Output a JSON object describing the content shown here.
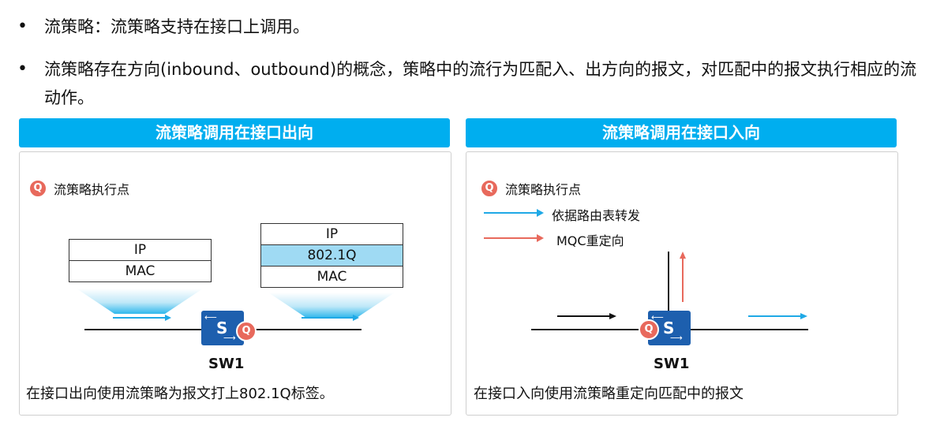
{
  "bullets": [
    "流策略：流策略支持在接口上调用。",
    "流策略存在方向(inbound、outbound)的概念，策略中的流行为匹配入、出方向的报文，对匹配中的报文执行相应的流动作。"
  ],
  "bullet_symbol": "•",
  "left_panel": {
    "title": "流策略调用在接口出向",
    "legend_exec": "流策略执行点",
    "q_symbol": "Q",
    "stack_before": [
      "IP",
      "MAC"
    ],
    "stack_after": [
      "IP",
      "802.1Q",
      "MAC"
    ],
    "switch_letter": "S",
    "switch_label": "SW1",
    "caption": "在接口出向使用流策略为报文打上802.1Q标签。"
  },
  "right_panel": {
    "title": "流策略调用在接口入向",
    "legend_exec": "流策略执行点",
    "legend_forward": "依据路由表转发",
    "legend_redirect": "MQC重定向",
    "q_symbol": "Q",
    "switch_letter": "S",
    "switch_label": "SW1",
    "caption": "在接口入向使用流策略重定向匹配中的报文"
  },
  "colors": {
    "title_bar": "#00aeef",
    "switch": "#1d5fae",
    "policy_point": "#e8695c",
    "forward_arrow": "#1fa9e6",
    "redirect_arrow": "#e8695c",
    "highlight_row": "#9fdaf3"
  },
  "icons": {
    "policy_point": "q-circle-icon",
    "switch": "switch-icon"
  }
}
